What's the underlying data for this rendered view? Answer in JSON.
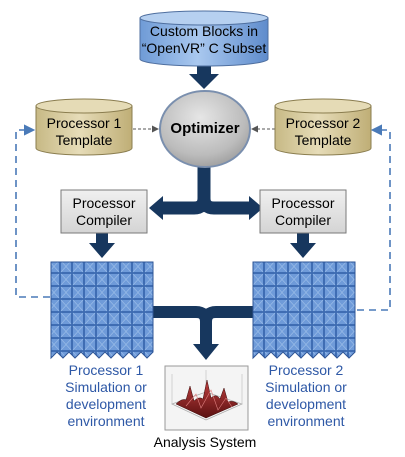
{
  "nodes": {
    "custom_blocks": {
      "lines": [
        "Custom Blocks in",
        "“OpenVR” C Subset"
      ]
    },
    "optimizer": {
      "label": "Optimizer"
    },
    "processor1_template": {
      "lines": [
        "Processor 1",
        "Template"
      ]
    },
    "processor2_template": {
      "lines": [
        "Processor 2",
        "Template"
      ]
    },
    "processor1_compiler": {
      "lines": [
        "Processor",
        "Compiler"
      ]
    },
    "processor2_compiler": {
      "lines": [
        "Processor",
        "Compiler"
      ]
    },
    "processor1_sim": {
      "lines": [
        "Processor 1",
        "Simulation or",
        "development",
        "environment"
      ]
    },
    "processor2_sim": {
      "lines": [
        "Processor 2",
        "Simulation or",
        "development",
        "environment"
      ]
    },
    "analysis": {
      "label": "Analysis System"
    }
  },
  "colors": {
    "arrow": "#17375e",
    "feedback": "#4a7ab8",
    "custom_blocks_fill": "#8db4e2",
    "template_fill": "#d8cda3",
    "compiler_fill": "#e2e2e2",
    "grid_fill": "#4f7fc4",
    "sim_text": "#2e58a6"
  }
}
